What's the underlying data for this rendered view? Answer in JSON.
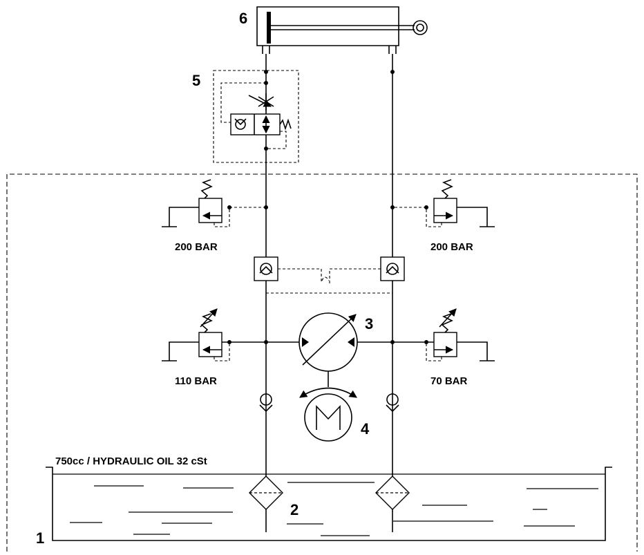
{
  "labels": {
    "relief_top_left": "200 BAR",
    "relief_top_right": "200 BAR",
    "relief_bottom_left": "110 BAR",
    "relief_bottom_right": "70 BAR",
    "reservoir": "750cc / HYDRAULIC OIL 32 cSt"
  },
  "numbers": {
    "reservoir": "1",
    "filter": "2",
    "pump": "3",
    "motor": "4",
    "valve": "5",
    "cylinder": "6"
  },
  "motor_letter": "M"
}
